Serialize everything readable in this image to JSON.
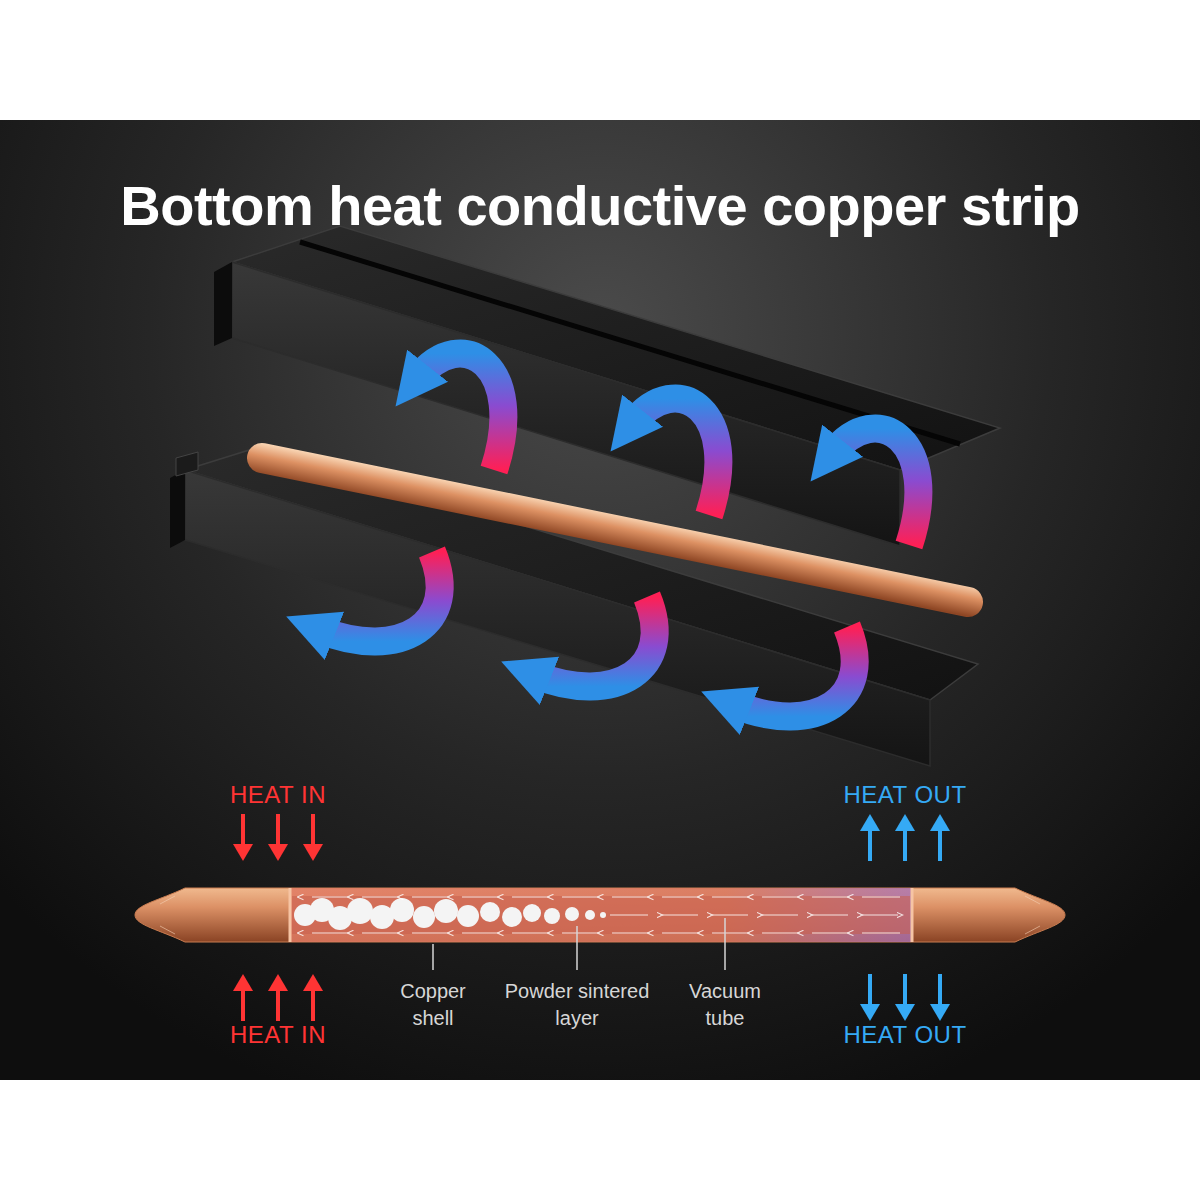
{
  "diagram": {
    "title": "Bottom heat conductive copper strip",
    "labels": [
      "HEAT IN",
      "HEAT OUT",
      "Copper shell",
      "Powder sintered layer",
      "Vacuum tube",
      "HEAT IN",
      "HEAT OUT"
    ]
  }
}
